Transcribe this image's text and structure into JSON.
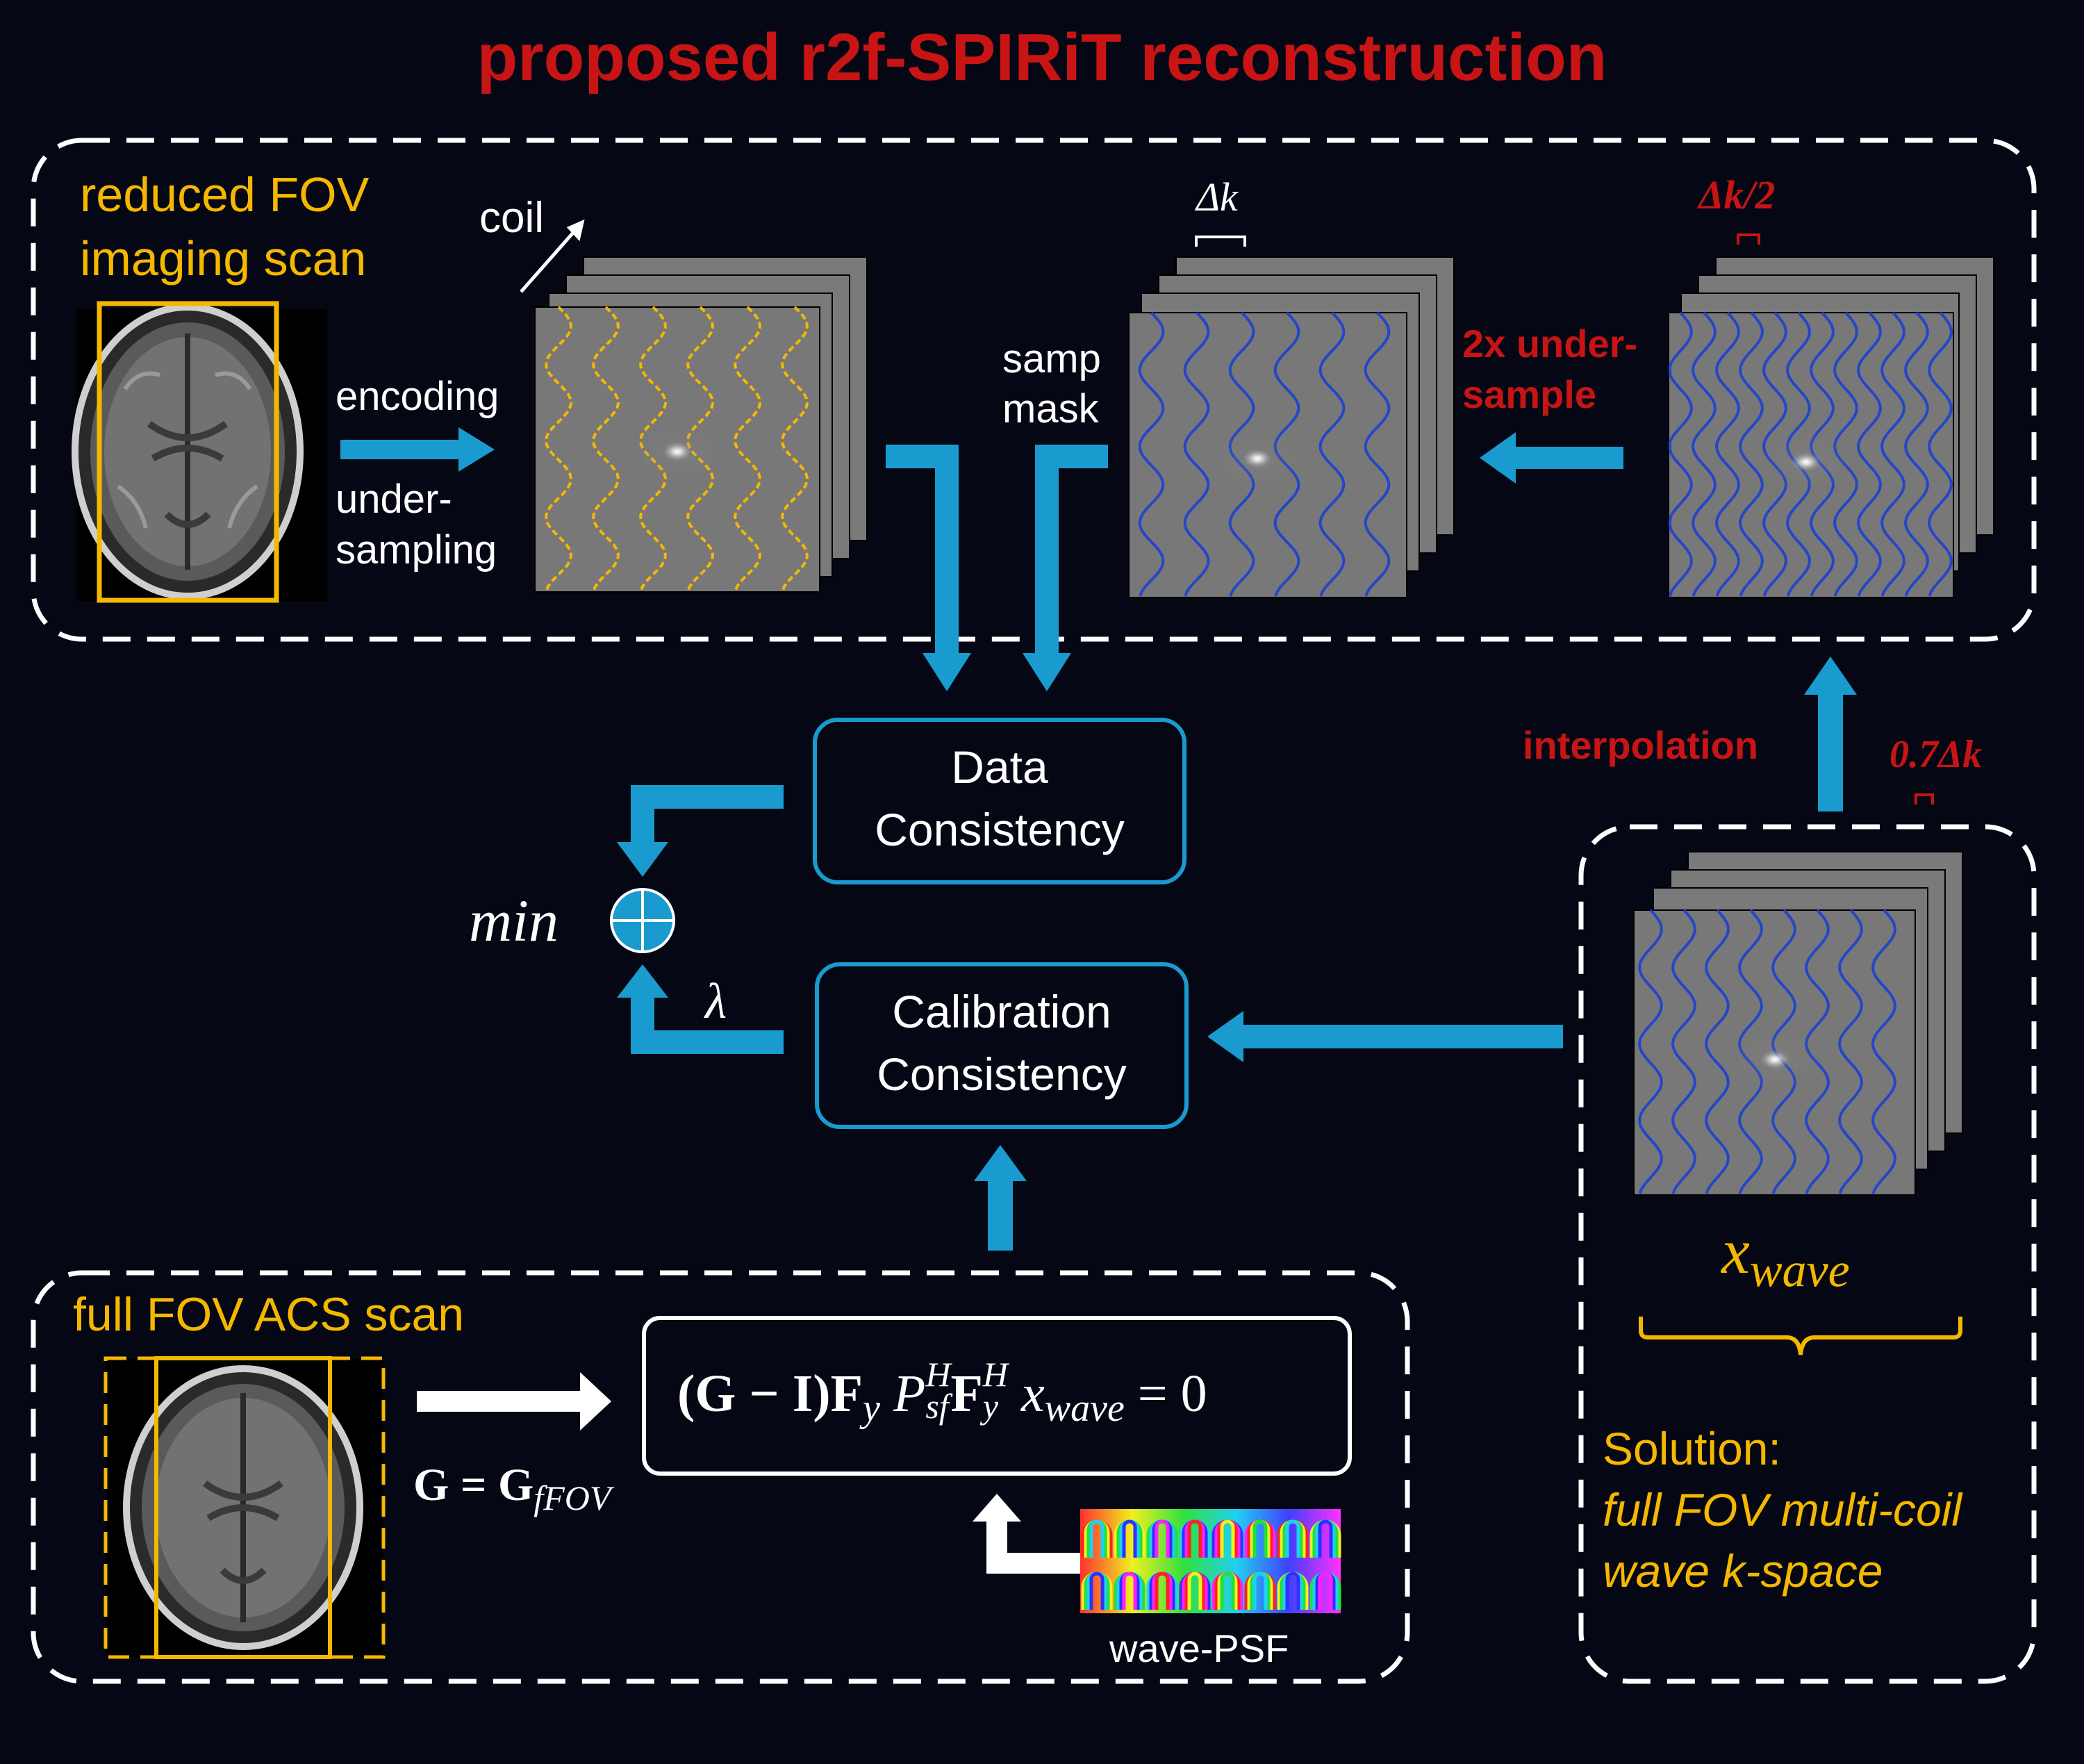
{
  "title": "proposed r2f-SPIRiT reconstruction",
  "top_panel": {
    "label_line1": "reduced FOV",
    "label_line2": "imaging scan",
    "coil": "coil",
    "encoding": "encoding",
    "undersampling_line1": "under-",
    "undersampling_line2": "sampling",
    "samp_line1": "samp",
    "samp_line2": "mask",
    "delta_k": "Δk",
    "delta_k_half": "Δk/2",
    "undersample_line1": "2x under-",
    "undersample_line2": "sample"
  },
  "middle": {
    "data_consistency_line1": "Data",
    "data_consistency_line2": "Consistency",
    "calibration_consistency_line1": "Calibration",
    "calibration_consistency_line2": "Consistency",
    "min": "min",
    "lambda": "λ",
    "interpolation": "interpolation",
    "delta_07": "0.7Δk"
  },
  "right_panel": {
    "x_wave": "x",
    "x_wave_sub": "wave",
    "solution_line1": "Solution:",
    "solution_line2": "full FOV multi-coil",
    "solution_line3": "wave k-space"
  },
  "bottom_panel": {
    "label": "full FOV ACS scan",
    "equation": "(G − I)F",
    "g_eq": "G = G",
    "g_eq_sub": "fFOV",
    "wave_psf": "wave-PSF"
  },
  "colors": {
    "background": "#050814",
    "arrow_blue": "#1a9bd0",
    "highlight_orange": "#f5b800",
    "title_red": "#c81414",
    "wave_blue": "#2446c8"
  }
}
